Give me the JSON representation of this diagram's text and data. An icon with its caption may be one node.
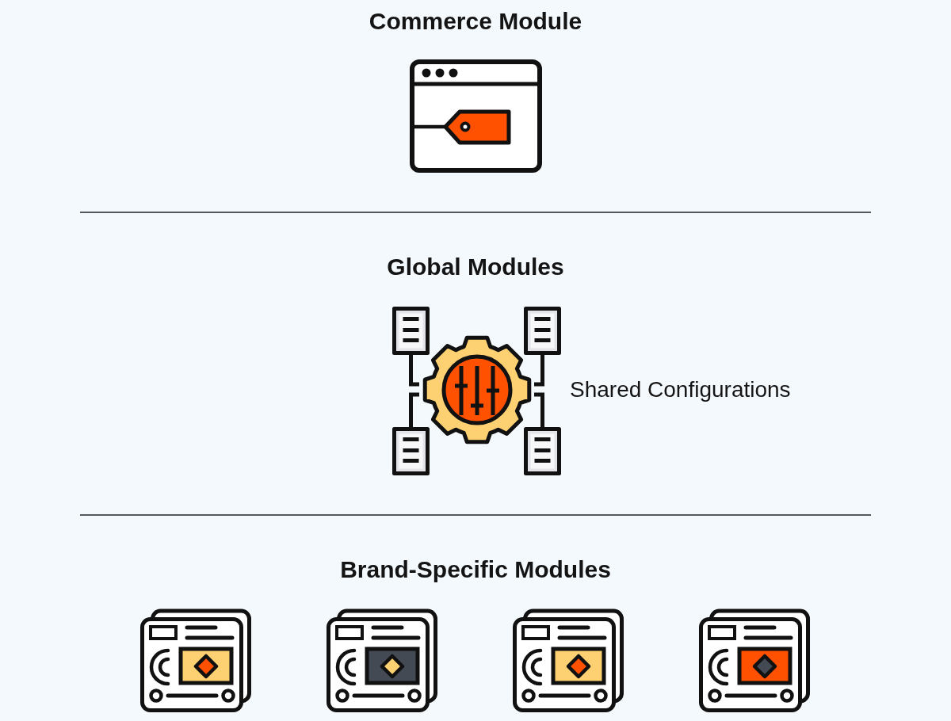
{
  "diagram": {
    "nodes": [
      {
        "text": [],
        "shape": "picture"
      },
      {
        "text": [],
        "shape": "picture",
        "beside": [
          "Shared Configurations"
        ]
      },
      {
        "text": [],
        "shape": "picture"
      },
      {
        "text": [],
        "shape": "picture"
      },
      {
        "text": [],
        "shape": "picture"
      },
      {
        "text": [],
        "shape": "picture"
      }
    ],
    "labels": [
      "Commerce Module",
      "Global Modules",
      "Brand-Specific Modules"
    ]
  }
}
